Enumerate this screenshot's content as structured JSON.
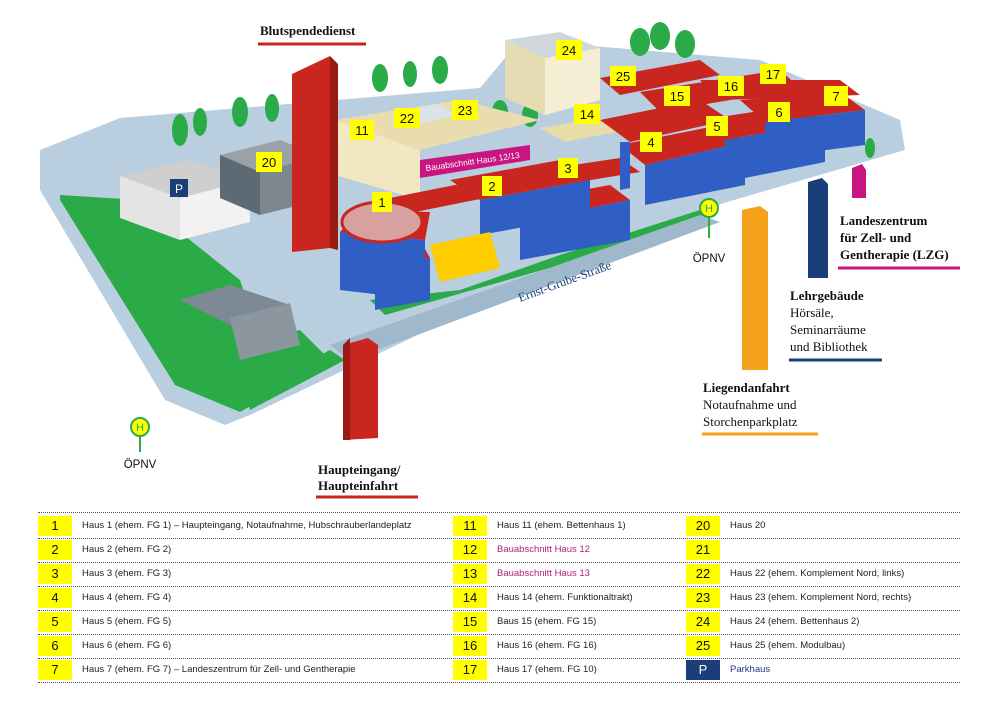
{
  "map": {
    "labels": {
      "blutspendedienst": "Blutspendedienst",
      "haupteingang_1": "Haupteingang/",
      "haupteingang_2": "Haupteinfahrt",
      "liegendanfahrt_title": "Liegendanfahrt",
      "liegendanfahrt_1": "Notaufnahme und",
      "liegendanfahrt_2": "Storchenparkplatz",
      "lehrgebaeude_title": "Lehrgebäude",
      "lehrgebaeude_1": "Hörsäle,",
      "lehrgebaeude_2": "Seminarräume",
      "lehrgebaeude_3": "und Bibliothek",
      "lzg_1": "Landeszentrum",
      "lzg_2": "für Zell- und",
      "lzg_3": "Gentherapie (LZG)",
      "street": "Ernst-Grube-Straße",
      "bauabschnitt": "Bauabschnitt Haus 12/13",
      "oepnv_right": "ÖPNV",
      "oepnv_left": "ÖPNV",
      "bus_stop_symbol": "H",
      "parking_symbol": "P"
    },
    "building_numbers": {
      "b1": "1",
      "b2": "2",
      "b3": "3",
      "b4": "4",
      "b5": "5",
      "b6": "6",
      "b7": "7",
      "b11": "11",
      "b14": "14",
      "b15": "15",
      "b16": "16",
      "b17": "17",
      "b20": "20",
      "b22": "22",
      "b23": "23",
      "b24": "24",
      "b25": "25"
    },
    "colors": {
      "ground": "#b9cfe0",
      "grass": "#2bab48",
      "roof_red": "#c8261e",
      "wall_blue": "#2f5fc4",
      "yellow": "#ffff00",
      "magenta": "#c8157f",
      "navy": "#1a3e78",
      "orange": "#f4a11b"
    }
  },
  "legend": {
    "col1": [
      {
        "num": "1",
        "text": "Haus 1 (ehem. FG 1) – Haupteingang, Notaufnahme, Hubschrauberlandeplatz"
      },
      {
        "num": "2",
        "text": "Haus 2 (ehem. FG 2)"
      },
      {
        "num": "3",
        "text": "Haus 3 (ehem. FG 3)"
      },
      {
        "num": "4",
        "text": "Haus 4 (ehem. FG 4)"
      },
      {
        "num": "5",
        "text": "Haus 5 (ehem. FG 5)"
      },
      {
        "num": "6",
        "text": "Haus 6 (ehem. FG 6)"
      },
      {
        "num": "7",
        "text": "Haus 7 (ehem. FG 7) – Landeszentrum für Zell- und Gentherapie"
      }
    ],
    "col2": [
      {
        "num": "11",
        "text": "Haus 11 (ehem. Bettenhaus 1)"
      },
      {
        "num": "12",
        "text": "Bauabschnitt Haus 12"
      },
      {
        "num": "13",
        "text": "Bauabschnitt Haus 13"
      },
      {
        "num": "14",
        "text": "Haus 14 (ehem. Funktionaltrakt)"
      },
      {
        "num": "15",
        "text": "Baus 15 (ehem. FG 15)"
      },
      {
        "num": "16",
        "text": "Haus 16 (ehem. FG 16)"
      },
      {
        "num": "17",
        "text": "Haus 17 (ehem. FG 10)"
      }
    ],
    "col3": [
      {
        "num": "20",
        "text": "Haus 20"
      },
      {
        "num": "21",
        "text": ""
      },
      {
        "num": "22",
        "text": "Haus 22 (ehem. Komplement Nord, links)"
      },
      {
        "num": "23",
        "text": "Haus 23 (ehem. Komplement Nord, rechts)"
      },
      {
        "num": "24",
        "text": "Haus 24 (ehem. Bettenhaus 2)"
      },
      {
        "num": "25",
        "text": "Haus 25 (ehem. Modulbau)"
      },
      {
        "num": "P",
        "text": "Parkhaus"
      }
    ]
  }
}
